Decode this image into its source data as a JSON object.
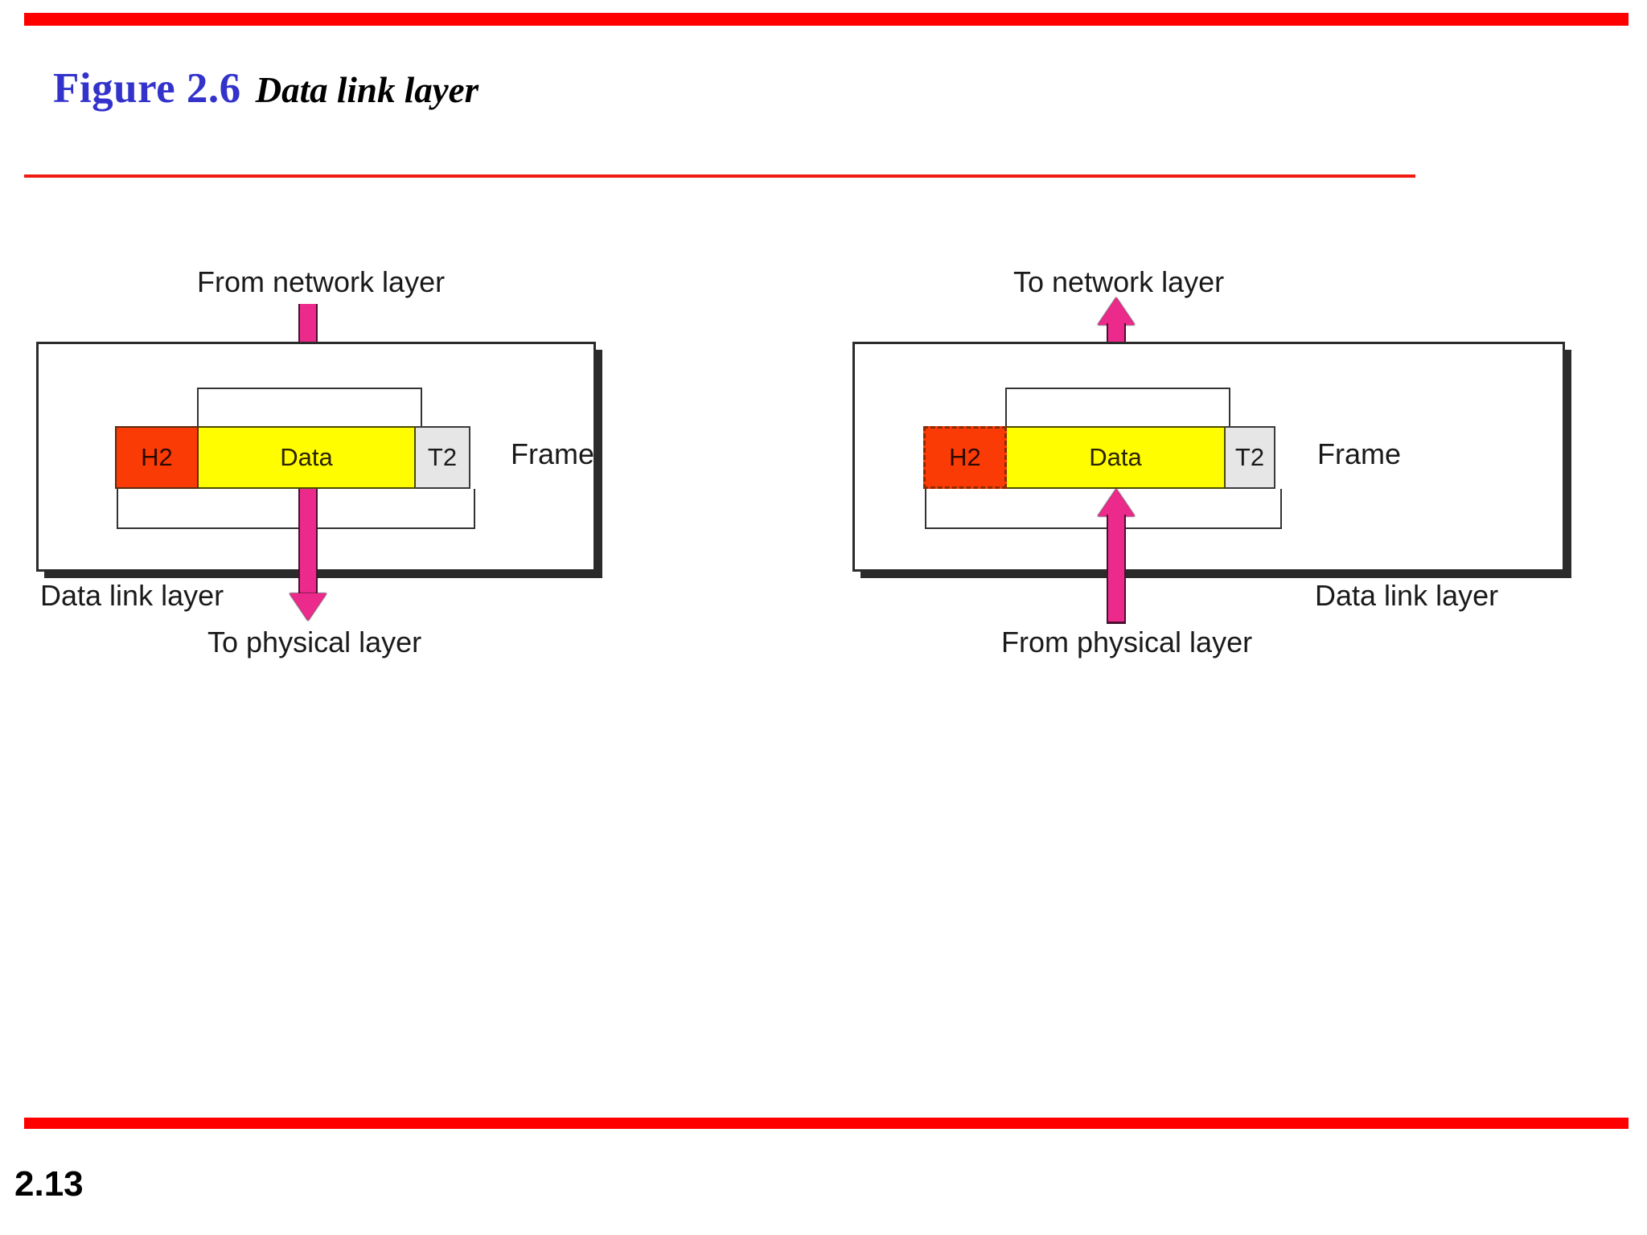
{
  "slide": {
    "figure_label": "Figure 2.6",
    "figure_caption": "Data link layer",
    "page_number": "2.13",
    "accent_red": "#fe0000",
    "title_blue": "#3333cc"
  },
  "diagrams": [
    {
      "id": "sending-side",
      "top_caption": "From network layer",
      "bottom_caption": "To physical layer",
      "layer_caption": "Data link layer",
      "frame_label": "Frame",
      "header_label": "H2",
      "header_dashed": false,
      "data_label": "Data",
      "trailer_label": "T2",
      "arrow_direction": "down",
      "colors": {
        "header": "#fb3b06",
        "data": "#fffd00",
        "trailer": "#e6e6e6",
        "arrow": "#ec2a8b"
      }
    },
    {
      "id": "receiving-side",
      "top_caption": "To network layer",
      "bottom_caption": "From physical layer",
      "layer_caption": "Data link layer",
      "frame_label": "Frame",
      "header_label": "H2",
      "header_dashed": true,
      "data_label": "Data",
      "trailer_label": "T2",
      "arrow_direction": "up",
      "colors": {
        "header": "#fb3b06",
        "data": "#fffd00",
        "trailer": "#e6e6e6",
        "arrow": "#ec2a8b"
      }
    }
  ]
}
